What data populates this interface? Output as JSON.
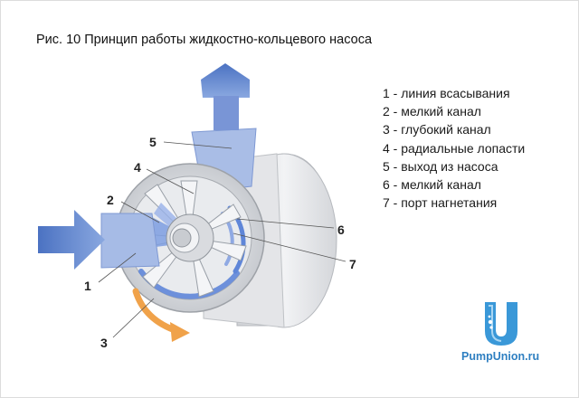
{
  "figure": {
    "title": "Рис. 10 Принцип работы жидкостно-кольцевого насоса"
  },
  "callouts": {
    "c1": "1",
    "c2": "2",
    "c3": "3",
    "c4": "4",
    "c5": "5",
    "c6": "6",
    "c7": "7"
  },
  "legend": {
    "items": [
      "1 - линия всасывания",
      "2 - мелкий канал",
      "3 - глубокий канал",
      "4 - радиальные лопасти",
      "5 - выход из насоса",
      "6 - мелкий канал",
      "7 - порт нагнетания"
    ]
  },
  "brand": {
    "name": "PumpUnion.ru",
    "logo_letter": "U"
  },
  "colors": {
    "arrow_blue": "#6f8fd0",
    "rotation_orange": "#f0a24a",
    "housing_gray": "#dfe0e3",
    "channel_blue": "#5f86d8",
    "logo_blue": "#3a98d8"
  }
}
